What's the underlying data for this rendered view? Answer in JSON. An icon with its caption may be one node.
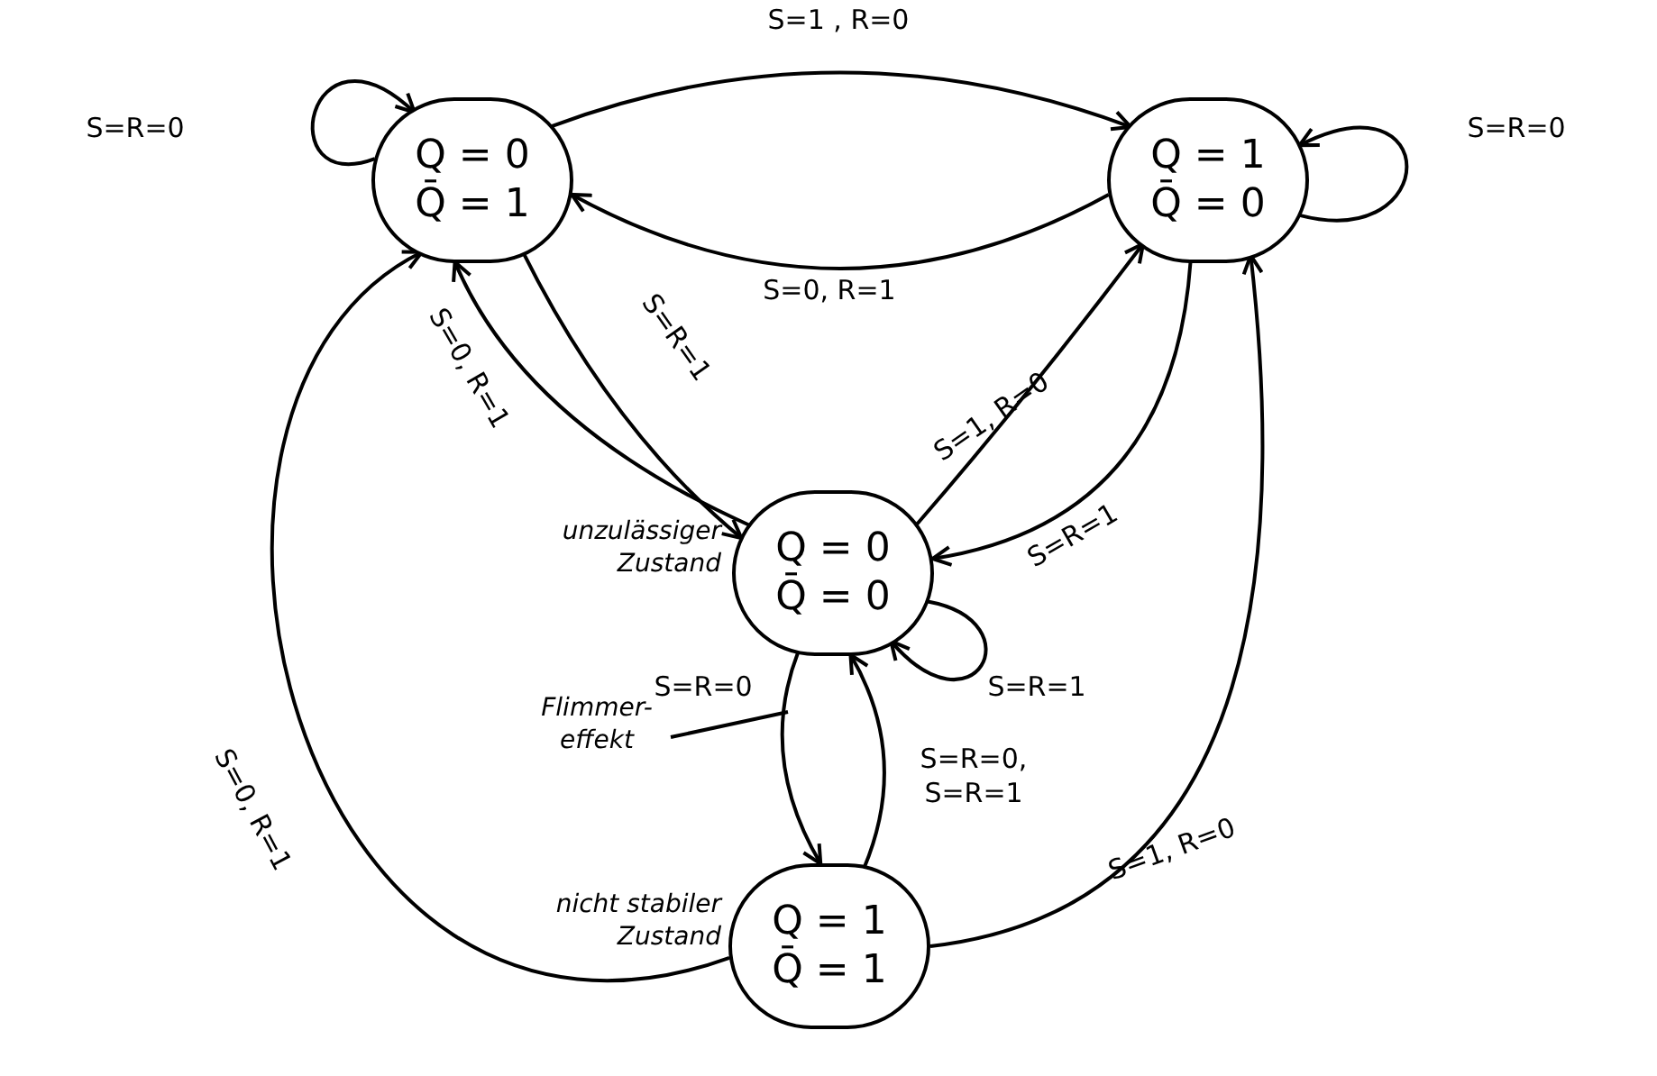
{
  "diagram": {
    "nodes": [
      {
        "text": [
          "Q = 0",
          "Q̄ = 1"
        ]
      },
      {
        "text": [
          "Q = 1",
          "Q̄ = 0"
        ]
      },
      {
        "text": [
          "Q = 0",
          "Q̄ = 0"
        ],
        "beside": [
          "unzulässiger Zustand"
        ]
      },
      {
        "text": [
          "Q = 1",
          "Q̄ = 1"
        ],
        "beside": [
          "nicht stabiler Zustand"
        ]
      },
      {
        "text": [
          "Flimmer-effekt"
        ]
      }
    ],
    "edges": [
      {
        "from": 0,
        "to": 0,
        "arrow": "to",
        "label": "S=R=0"
      },
      {
        "from": 0,
        "to": 1,
        "arrow": "to",
        "label": "S=1 , R=0"
      },
      {
        "from": 1,
        "to": 1,
        "arrow": "to",
        "label": "S=R=0"
      },
      {
        "from": 1,
        "to": 0,
        "arrow": "to",
        "label": "S=0, R=1"
      },
      {
        "from": 0,
        "to": 2,
        "arrow": "to",
        "label": "S=R=1"
      },
      {
        "from": 2,
        "to": 0,
        "arrow": "to",
        "label": "S=0, R=1"
      },
      {
        "from": 2,
        "to": 1,
        "arrow": "to",
        "label": "S=1, R=0"
      },
      {
        "from": 1,
        "to": 2,
        "arrow": "to",
        "label": "S=R=1"
      },
      {
        "from": 2,
        "to": 2,
        "arrow": "to",
        "label": "S=R=1"
      },
      {
        "from": 2,
        "to": 3,
        "arrow": "to",
        "label": "S=R=0"
      },
      {
        "from": 3,
        "to": 2,
        "arrow": "to",
        "label": "S=R=0, S=R=1"
      },
      {
        "from": 3,
        "to": 1,
        "arrow": "to",
        "label": "S=1, R=0"
      },
      {
        "from": 3,
        "to": 0,
        "arrow": "to",
        "label": "S=0, R=1"
      },
      {
        "from": 4,
        "to": null,
        "arrow": "none"
      }
    ]
  }
}
